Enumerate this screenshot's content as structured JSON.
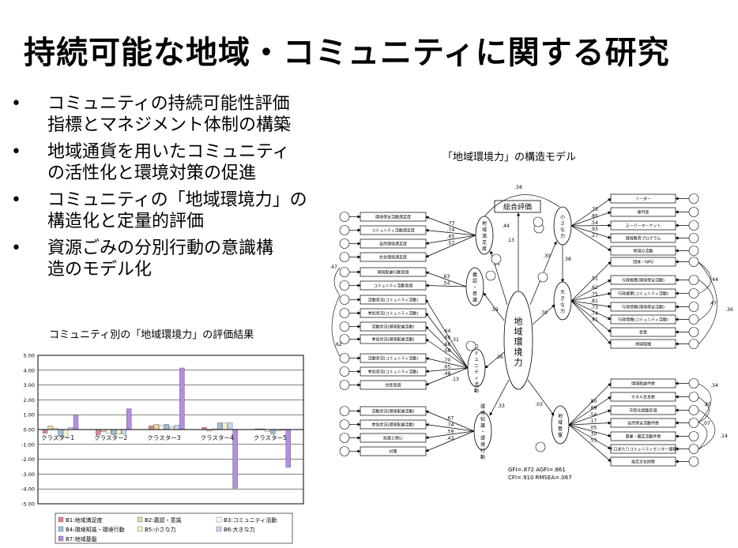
{
  "title": "持続可能な地域・コミュニティに関する研究",
  "bullets": [
    {
      "mark": "•",
      "line1": "コミュニティの持続可能性評価",
      "line2": "指標とマネジメント体制の構築"
    },
    {
      "mark": "•",
      "line1": "地域通貨を用いたコミュニティ",
      "line2": "の活性化と環境対策の促進"
    },
    {
      "mark": "•",
      "line1": "コミュニティの「地域環境力」の",
      "line2": "構造化と定量的評価"
    },
    {
      "mark": "•",
      "line1": "資源ごみの分別行動の意識構",
      "line2": "造のモデル化"
    }
  ],
  "chart_title": "コミュニティ別の「地域環境力」の評価結果",
  "chart_data": {
    "type": "bar",
    "categories": [
      "クラスター1",
      "クラスター2",
      "クラスター3",
      "クラスター4",
      "クラスター5"
    ],
    "ylim": [
      -5,
      5
    ],
    "yticks": [
      "5.00",
      "4.00",
      "3.00",
      "2.00",
      "1.00",
      "0.00",
      "-1.00",
      "-2.00",
      "-3.00",
      "-4.00",
      "-5.00"
    ],
    "legend_position": "bottom",
    "grid": true,
    "series": [
      {
        "name": "B1:地域満足度",
        "color": "#d98c8c",
        "values": [
          -0.25,
          -0.35,
          0.25,
          0.15,
          0.05
        ]
      },
      {
        "name": "B2:義認・意識",
        "color": "#e8d9a0",
        "values": [
          0.25,
          -0.15,
          0.35,
          -0.1,
          0.05
        ]
      },
      {
        "name": "B3:コミュニティ活動",
        "color": "#ffffff",
        "values": [
          0.1,
          -0.25,
          0.3,
          0.05,
          -0.15
        ]
      },
      {
        "name": "B4:環境知識・環境行動",
        "color": "#9cc0d8",
        "values": [
          -0.45,
          -0.35,
          0.35,
          0.45,
          -0.3
        ]
      },
      {
        "name": "B5:小さな力",
        "color": "#f4f0d0",
        "values": [
          -0.5,
          -0.3,
          0.2,
          0.45,
          -0.1
        ]
      },
      {
        "name": "B6:大きな力",
        "color": "#c8d8f0",
        "values": [
          0.15,
          -0.3,
          0.3,
          0.45,
          -0.05
        ]
      },
      {
        "name": "B7:地域基盤",
        "color": "#b48ce0",
        "values": [
          1.0,
          1.4,
          4.15,
          -3.95,
          -2.55
        ]
      }
    ]
  },
  "model": {
    "title": "「地域環境力」の構造モデル",
    "center": "地域環境力",
    "overall": "総合評価",
    "factors": {
      "f1": "地域満足度",
      "f2": "義認・意識",
      "f3": "コミュニティ活動",
      "f4": "環境知識・環境行動",
      "small": "小さな力",
      "large": "大きな力",
      "base": "地域基盤"
    },
    "left_items": [
      "環境保全活動満足度",
      "コミュニティ活動満足度",
      "自然環境満足度",
      "社会環境満足度",
      "環境配慮行動意識",
      "コミュニティ活動意識",
      "活動状況(コミュニティ活動)",
      "参加状況(コミュニティ活動)",
      "活動状況(環境配慮活動)",
      "参加状況(環境配慮活動)",
      "活動状況(コミュニティ活動)",
      "参加状況(コミュニティ活動)",
      "住民意識",
      "活動状況(環境配慮活動)",
      "参加状況(環境配慮活動)",
      "知識と関心",
      "対策"
    ],
    "right_top_items": [
      "リーダー",
      "専門家",
      "スーパーマーケット",
      "環境教育プログラム",
      "地域の活動"
    ],
    "right_mid_items": [
      "団体・NPO",
      "行政施策(環境保全活動)",
      "行政施策(コミュニティ活動)",
      "行政情報(環境保全活動)",
      "行政情報(コミュニティ活動)",
      "資金",
      "地域組織"
    ],
    "right_bottom_items": [
      "環境配慮件数",
      "ホタル生息数",
      "市街化調整区域",
      "自然保全活動件数",
      "農業・園芸活動件数",
      "人口あたりコミュニティセンター面積",
      "指定文化財数"
    ],
    "coefs": {
      "top": ".58",
      "c_overall": ".13",
      "small_large": ".38",
      "c_small": ".30",
      "c_f1": ".51",
      "c_f2": ".59",
      "c_f3": ".36",
      "c_f4": ".33",
      "c_base": ".03",
      "c_large": ".70",
      "f4": ".32",
      "o1": ".44",
      "l1": ".73",
      "l2": ".74",
      "l3": ".65",
      "l4": ".57",
      "l5": ".63",
      "l6": ".54",
      "l7": ".64",
      "l8": ".60",
      "l9": ".68",
      "l10": ".58",
      "l11": ".70",
      "l12": ".65",
      "l13": ".48",
      "l14": ".67",
      "l15": ".74",
      "l16": ".59",
      "l17": ".43",
      "r1": ".75",
      "r2": ".85",
      "r3": ".54",
      "r4": ".93",
      "r5": ".27",
      "m1": ".51",
      "m2": ".62",
      "m3": ".75",
      "m4": ".81",
      "m5": ".73",
      "m6": ".74",
      "m7": ".81",
      "b1": ".80",
      "b2": ".89",
      "b3": ".54",
      "b4": ".17",
      "b5": ".05",
      "b6": ".30",
      "b7": ".53",
      "err_a": ".44",
      "err_b": ".47",
      "err_c": ".36",
      "err_d": ".34",
      "err_e": ".80",
      "err_f": ".07",
      "err_g": ".14",
      "left_arc1": ".47",
      "left_arc2": ".62",
      "f23": ".31",
      "f34": ".13"
    },
    "fit_line1": "GFI=.872    AGFI=.861",
    "fit_line2": "CFI=.910    RMSEA=.067"
  }
}
